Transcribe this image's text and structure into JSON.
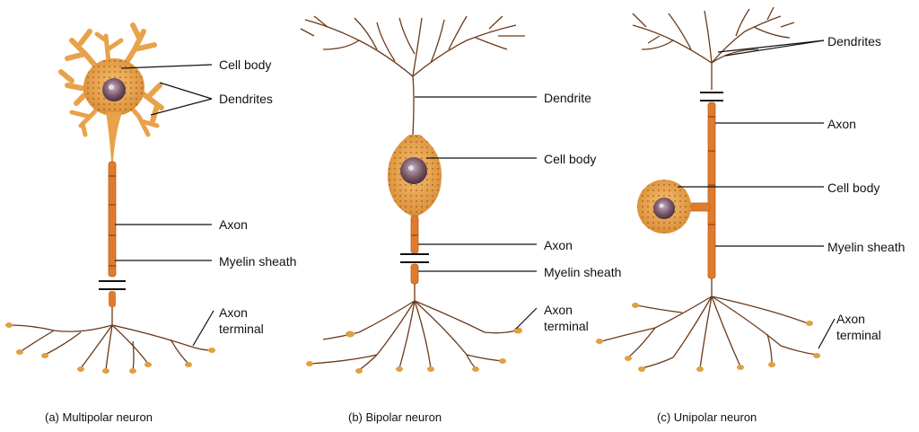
{
  "neurons": {
    "multipolar": {
      "caption": "(a) Multipolar neuron",
      "labels": {
        "cell_body": "Cell body",
        "dendrites": "Dendrites",
        "axon": "Axon",
        "myelin_sheath": "Myelin sheath",
        "axon_terminal_line1": "Axon",
        "axon_terminal_line2": "terminal"
      }
    },
    "bipolar": {
      "caption": "(b) Bipolar neuron",
      "labels": {
        "dendrite": "Dendrite",
        "cell_body": "Cell body",
        "axon": "Axon",
        "myelin_sheath": "Myelin sheath",
        "axon_terminal_line1": "Axon",
        "axon_terminal_line2": "terminal"
      }
    },
    "unipolar": {
      "caption": "(c) Unipolar neuron",
      "labels": {
        "dendrites": "Dendrites",
        "axon": "Axon",
        "cell_body": "Cell body",
        "myelin_sheath": "Myelin sheath",
        "axon_terminal_line1": "Axon",
        "axon_terminal_line2": "terminal"
      }
    }
  },
  "colors": {
    "cell": "#e8a24a",
    "cell_dark": "#b8641c",
    "myelin": "#e07a2c",
    "nucleus": "#7a5a6a",
    "fiber": "#6b3a1a",
    "leader": "#111111"
  }
}
